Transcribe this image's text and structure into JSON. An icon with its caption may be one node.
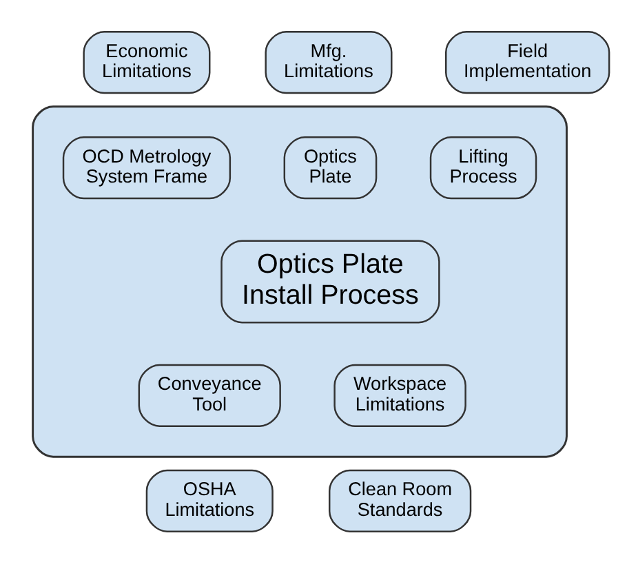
{
  "diagram": {
    "nodes": [
      {
        "text": [
          "Economic Limitations"
        ]
      },
      {
        "text": [
          "Mfg. Limitations"
        ]
      },
      {
        "text": [
          "Field Implementation"
        ]
      },
      {
        "text": [],
        "shape": "box"
      },
      {
        "text": [
          "OCD Metrology System Frame"
        ],
        "in": 3
      },
      {
        "text": [
          "Optics Plate"
        ],
        "in": 3
      },
      {
        "text": [
          "Lifting Process"
        ],
        "in": 3
      },
      {
        "text": [
          "Optics Plate Install Process"
        ],
        "in": 3
      },
      {
        "text": [
          "Conveyance Tool"
        ],
        "in": 3
      },
      {
        "text": [
          "Workspace Limitations"
        ],
        "in": 3
      },
      {
        "text": [
          "OSHA Limitations"
        ]
      },
      {
        "text": [
          "Clean Room Standards"
        ]
      }
    ]
  }
}
